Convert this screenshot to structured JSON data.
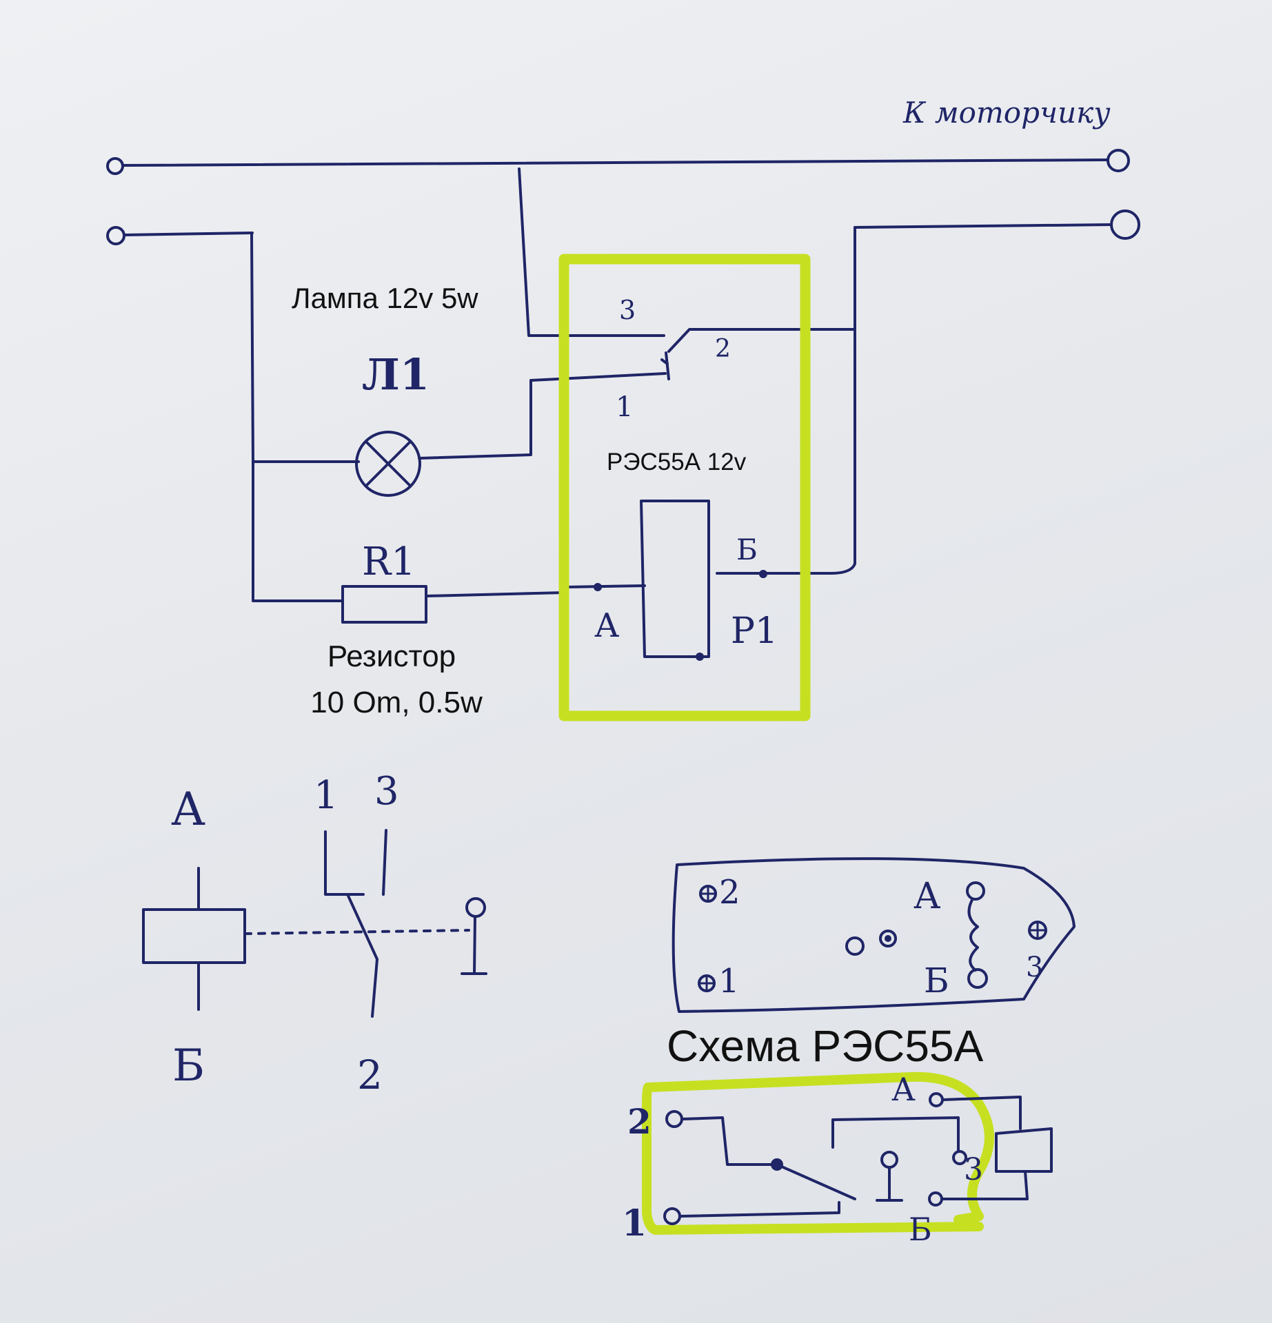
{
  "labels": {
    "motor": "К моторчику",
    "lamp_caption": "Лампа 12v 5w",
    "lamp_ref": "Л1",
    "relay_caption": "РЭС55А 12v",
    "resistor_ref": "R1",
    "resistor_caption_line1": "Резистор",
    "resistor_caption_line2": "10 Om, 0.5w",
    "relay_ref": "Р1",
    "pin_A": "А",
    "pin_B": "Б",
    "pin_1": "1",
    "pin_2": "2",
    "pin_3": "3",
    "pinout_title": "Схема РЭС55А",
    "pinout_pin_2": "2",
    "pinout_pin_1": "1",
    "pinout_pin_3": "3",
    "pinout_A": "А",
    "pinout_B": "Б",
    "lower_3": "3",
    "lower_A": "А",
    "lower_B": "Б",
    "lower_1": "1",
    "lower_2": "2"
  },
  "colors": {
    "ink": "#1f2566",
    "highlight": "#c6e021",
    "paper": "#e6e8ec"
  }
}
